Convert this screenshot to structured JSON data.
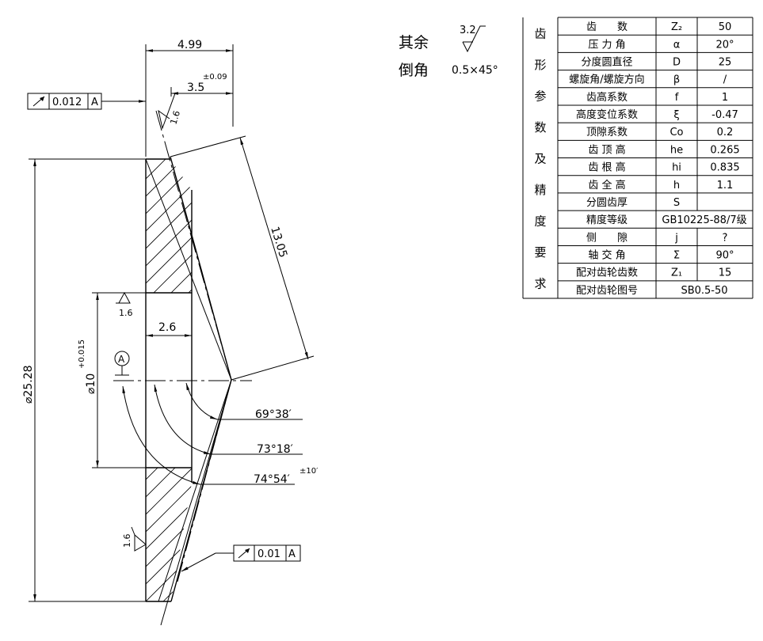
{
  "notes": {
    "other_label": "其余",
    "other_roughness": "3.2",
    "chamfer_label": "倒角",
    "chamfer_value": "0.5×45°"
  },
  "dimensions": {
    "width_total": "4.99",
    "width_tooth": "3.5",
    "width_tooth_tol": "±0.09",
    "slant_length": "13.05",
    "hub_width": "2.6",
    "outer_diameter": "⌀25.28",
    "bore_diameter": "⌀10",
    "bore_tol": "+0.015",
    "angle_1": "69°38′",
    "angle_2": "73°18′",
    "angle_3": "74°54′",
    "angle_3_tol": "±10′"
  },
  "roughness": {
    "top": "1.6",
    "bore": "1.6",
    "bottom": "1.6"
  },
  "tolerance_frames": [
    {
      "value": "0.012",
      "datum": "A"
    },
    {
      "value": "0.01",
      "datum": "A"
    }
  ],
  "datum": {
    "label": "A"
  },
  "table": {
    "side_title": [
      "齿",
      "形",
      "参",
      "数",
      "及",
      "精",
      "度",
      "要",
      "求"
    ],
    "rows": [
      {
        "name": "齿　　数",
        "symbol": "Z₂",
        "value": "50"
      },
      {
        "name": "压 力 角",
        "symbol": "α",
        "value": "20°"
      },
      {
        "name": "分度圆直径",
        "symbol": "D",
        "value": "25"
      },
      {
        "name": "螺旋角/螺旋方向",
        "symbol": "β",
        "value": "/"
      },
      {
        "name": "齿高系数",
        "symbol": "f",
        "value": "1"
      },
      {
        "name": "高度变位系数",
        "symbol": "ξ",
        "value": "-0.47"
      },
      {
        "name": "顶隙系数",
        "symbol": "Co",
        "value": "0.2"
      },
      {
        "name": "齿 顶 高",
        "symbol": "he",
        "value": "0.265"
      },
      {
        "name": "齿 根 高",
        "symbol": "hi",
        "value": "0.835"
      },
      {
        "name": "齿 全 高",
        "symbol": "h",
        "value": "1.1"
      },
      {
        "name": "分圆齿厚",
        "symbol": "S",
        "value": ""
      },
      {
        "name": "精度等级",
        "merged": "GB10225-88/7级"
      },
      {
        "name": "侧　　隙",
        "symbol": "j",
        "value": "?"
      },
      {
        "name": "轴 交 角",
        "symbol": "Σ",
        "value": "90°"
      },
      {
        "name": "配对齿轮齿数",
        "symbol": "Z₁",
        "value": "15"
      },
      {
        "name": "配对齿轮图号",
        "merged": "SB0.5-50"
      }
    ]
  }
}
